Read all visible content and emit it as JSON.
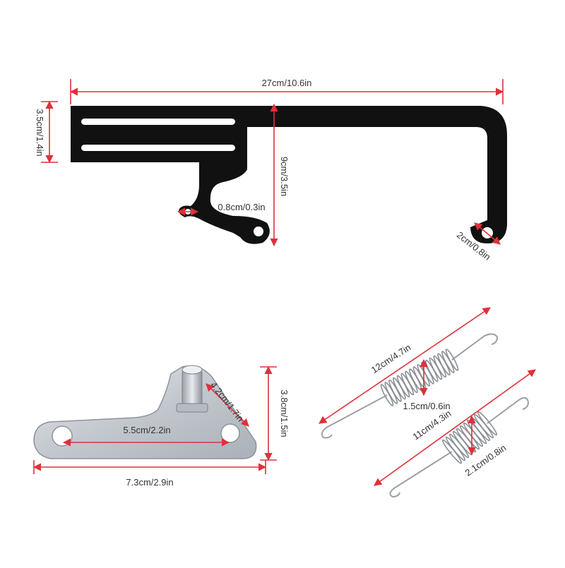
{
  "colors": {
    "background": "#ffffff",
    "dimension_line": "#e0303a",
    "bracket_black": "#111111",
    "metal_plate": "#c9ced4",
    "spring": "#9aa0a6",
    "text": "#333333"
  },
  "bracket": {
    "length_label": "27cm/10.6in",
    "height_label": "3.5cm/1.4in",
    "drop_label": "9cm/3.5in",
    "small_hole_label": "0.8cm/0.3in",
    "end_hook_label": "2cm/0.8in"
  },
  "plate": {
    "stud_label": "4.2cm/1.7in",
    "hole_spacing_label": "5.5cm/2.2in",
    "length_label": "7.3cm/2.9in",
    "height_label": "3.8cm/1.5in"
  },
  "springs": [
    {
      "length_label": "12cm/4.7in",
      "diameter_label": "1.5cm/0.6in"
    },
    {
      "length_label": "11cm/4.3in",
      "diameter_label": "2.1cm/0.8in"
    }
  ]
}
